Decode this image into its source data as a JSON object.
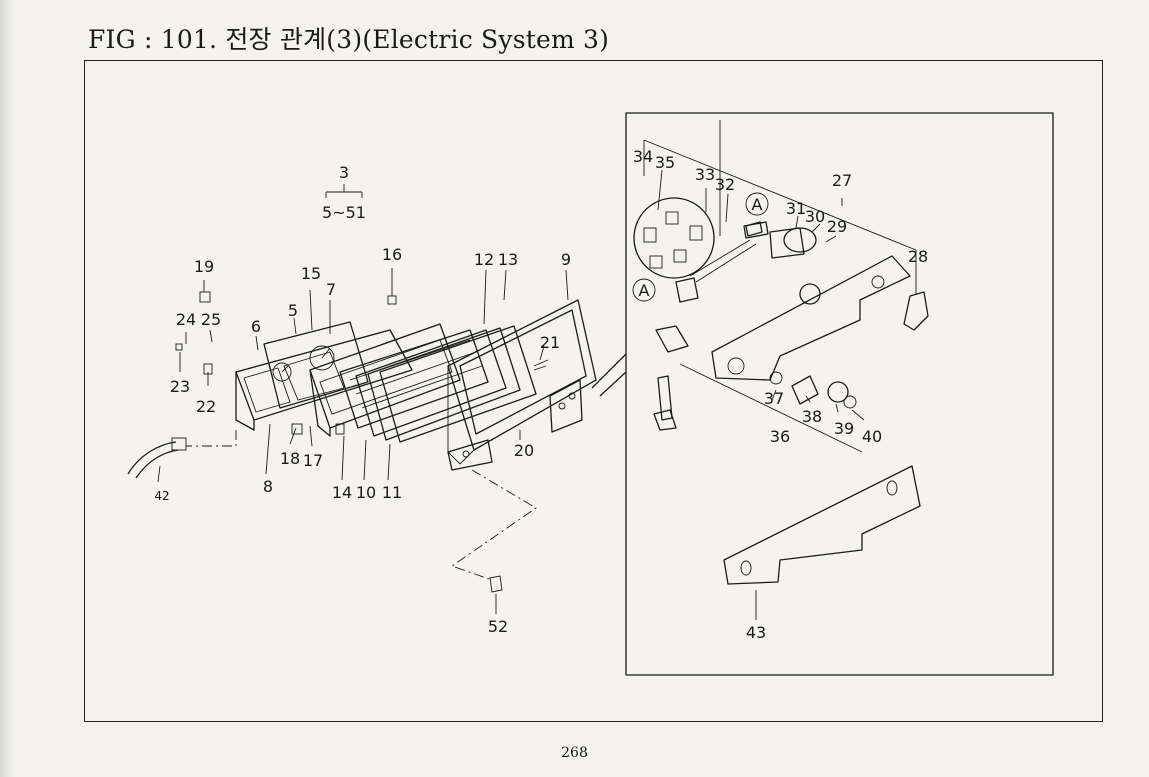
{
  "title": {
    "prefix": "FIG : 101.",
    "korean": "전장 관계(3)",
    "english": "(Electric System 3)"
  },
  "page_number": "268",
  "detail_marker": "A",
  "callouts": {
    "assembly_number": "3",
    "assembly_range": "5~51",
    "p2": "42",
    "p3": "23",
    "p4": "22",
    "p5": "24",
    "p6": "25",
    "p7": "19",
    "p8": "6",
    "p9": "5",
    "p10": "15",
    "p11": "7",
    "p12": "8",
    "p13": "18",
    "p14": "17",
    "p15": "16",
    "p16": "14",
    "p17": "10",
    "p18": "11",
    "p19": "12",
    "p20": "13",
    "p21": "9",
    "p22": "21",
    "p23": "20",
    "p24": "52",
    "p25": "34",
    "p26": "35",
    "p27": "33",
    "p28": "32",
    "p29": "31",
    "p30": "30",
    "p31": "29",
    "p32": "27",
    "p33": "28",
    "p34": "37",
    "p35": "38",
    "p36": "39",
    "p37": "40",
    "p38": "36",
    "p39": "43"
  }
}
